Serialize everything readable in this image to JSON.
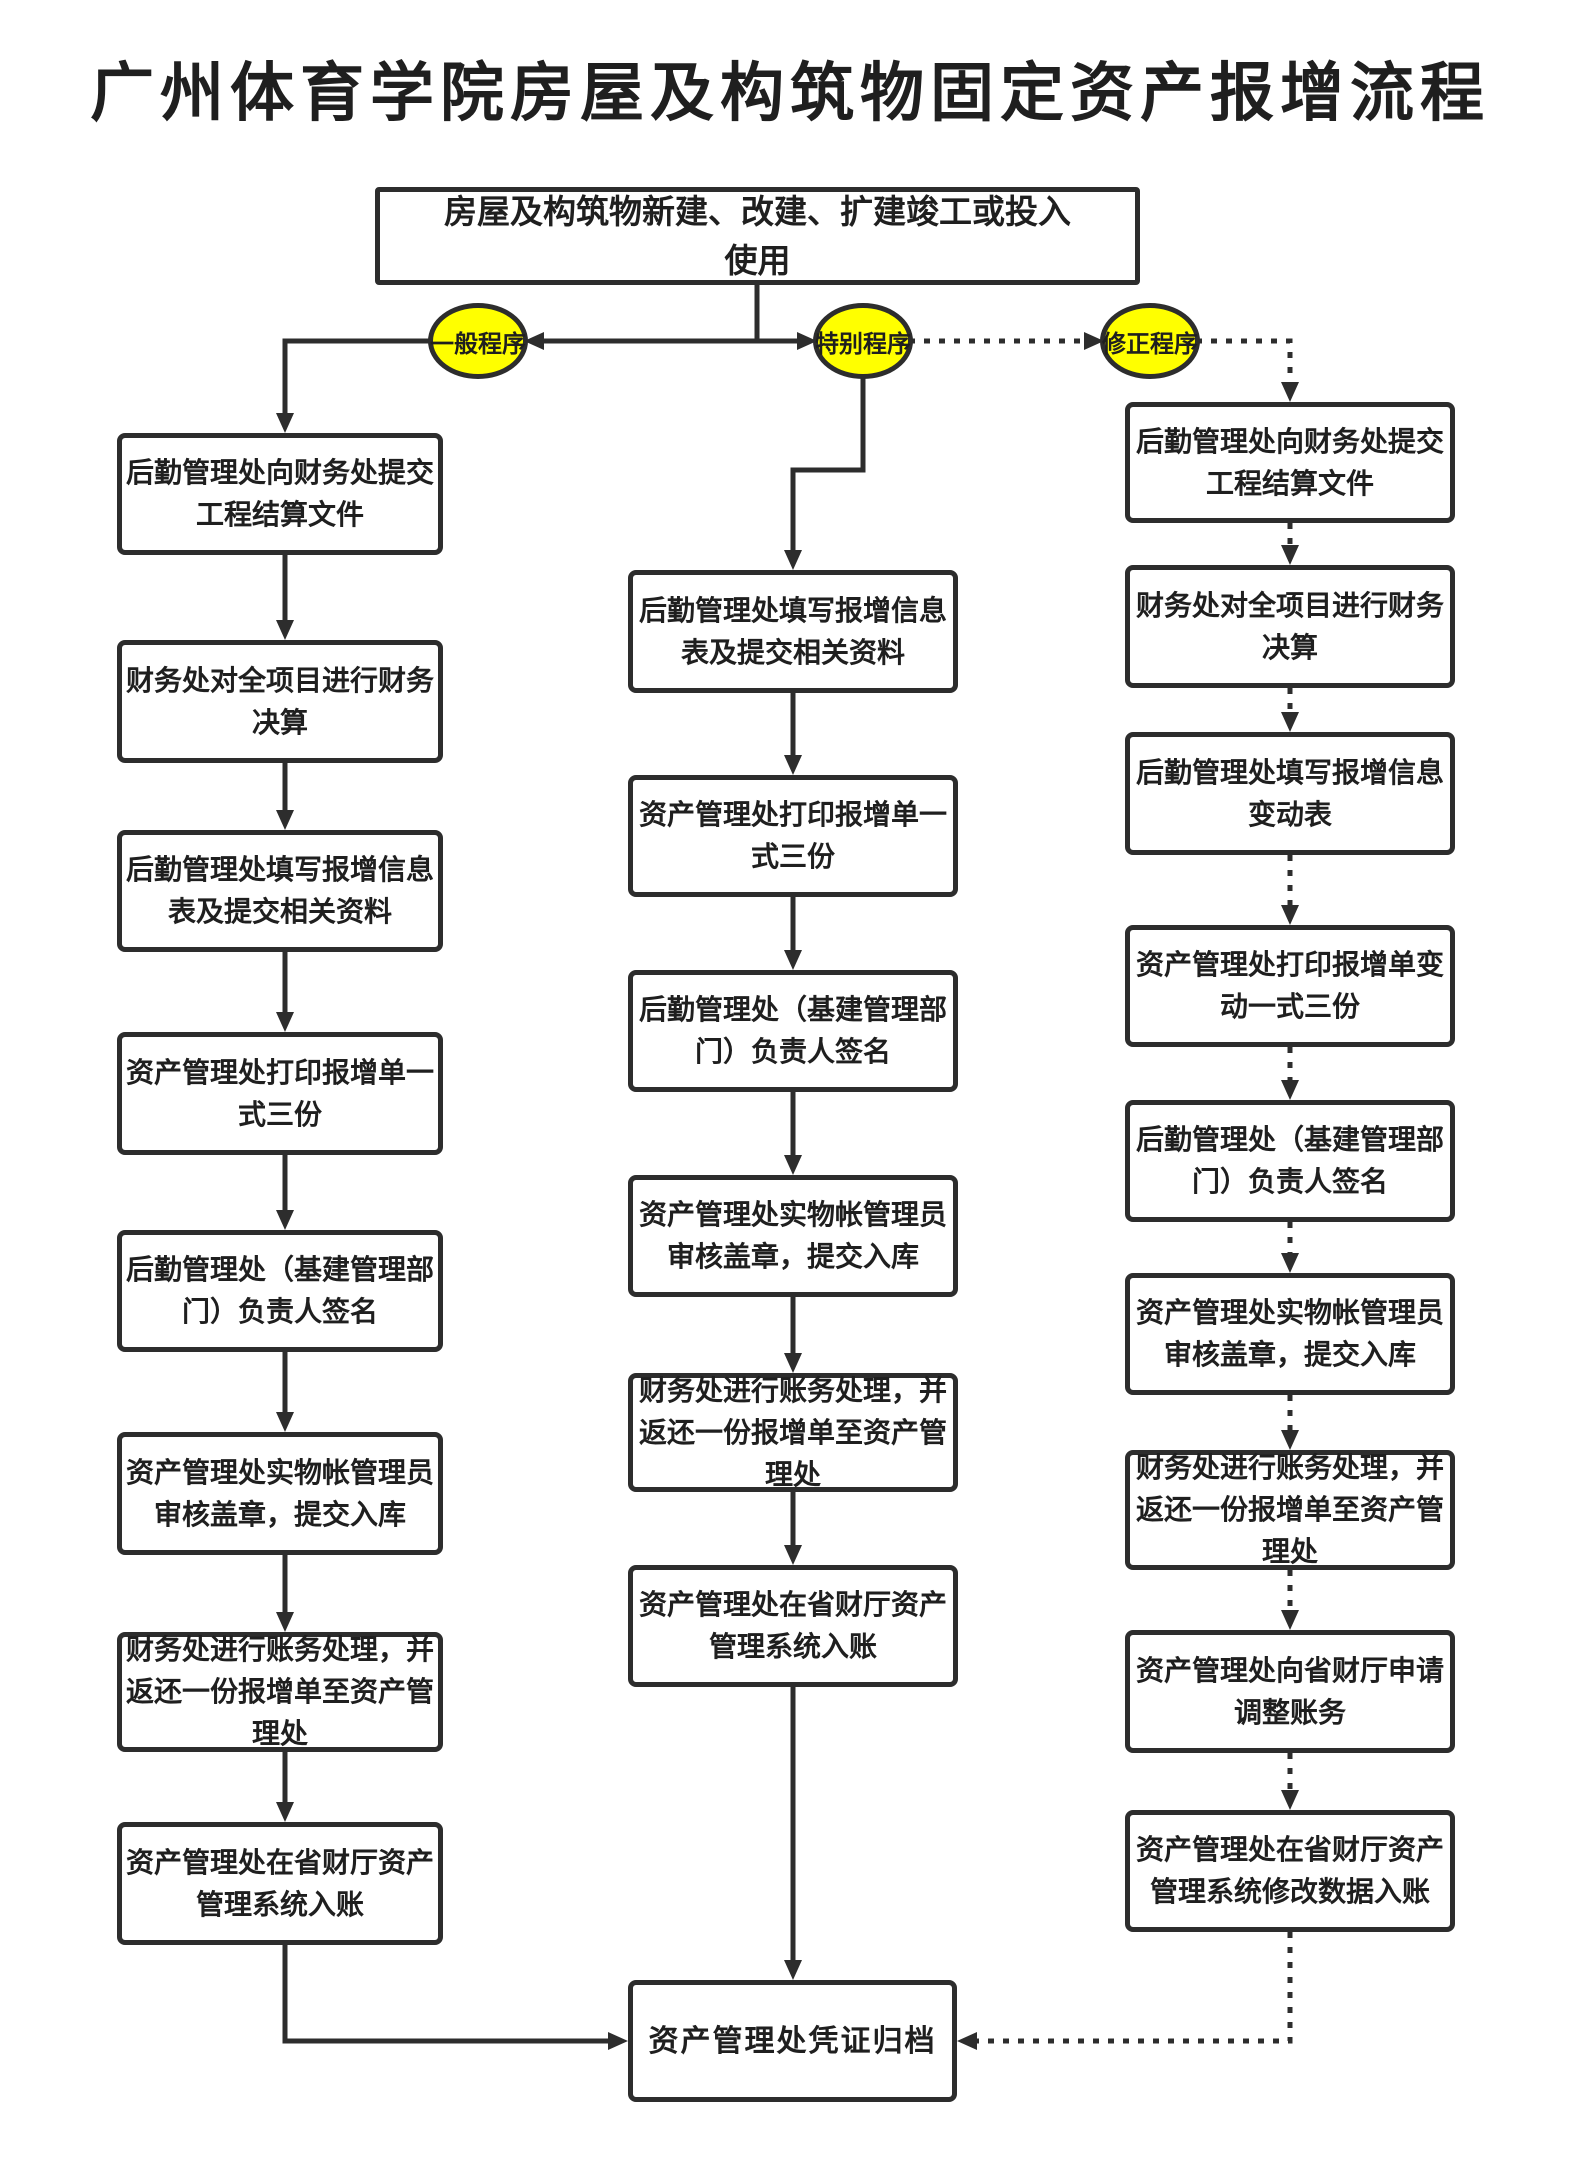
{
  "title": "广州体育学院房屋及构筑物固定资产报增流程",
  "start": {
    "label": "房屋及构筑物新建、改建、扩建竣工或投入使用"
  },
  "branches": [
    {
      "label": "一般程序",
      "line_style": "solid"
    },
    {
      "label": "特别程序",
      "line_style": "solid"
    },
    {
      "label": "修正程序",
      "line_style": "dotted"
    }
  ],
  "columns": {
    "general": {
      "branch": "一般程序",
      "steps": [
        "后勤管理处向财务处提交工程结算文件",
        "财务处对全项目进行财务决算",
        "后勤管理处填写报增信息表及提交相关资料",
        "资产管理处打印报增单一式三份",
        "后勤管理处（基建管理部门）负责人签名",
        "资产管理处实物帐管理员审核盖章，提交入库",
        "财务处进行账务处理，并返还一份报增单至资产管理处",
        "资产管理处在省财厅资产管理系统入账"
      ]
    },
    "special": {
      "branch": "特别程序",
      "steps": [
        "后勤管理处填写报增信息表及提交相关资料",
        "资产管理处打印报增单一式三份",
        "后勤管理处（基建管理部门）负责人签名",
        "资产管理处实物帐管理员审核盖章，提交入库",
        "财务处进行账务处理，并返还一份报增单至资产管理处",
        "资产管理处在省财厅资产管理系统入账"
      ]
    },
    "revision": {
      "branch": "修正程序",
      "steps": [
        "后勤管理处向财务处提交工程结算文件",
        "财务处对全项目进行财务决算",
        "后勤管理处填写报增信息变动表",
        "资产管理处打印报增单变动一式三份",
        "后勤管理处（基建管理部门）负责人签名",
        "资产管理处实物帐管理员审核盖章，提交入库",
        "财务处进行账务处理，并返还一份报增单至资产管理处",
        "资产管理处向省财厅申请调整账务",
        "资产管理处在省财厅资产管理系统修改数据入账"
      ]
    }
  },
  "end": {
    "label": "资产管理处凭证归档"
  },
  "colors": {
    "branch_fill": "#FFFF00",
    "line": "#2D2D2D",
    "box_border": "#2D2D2D",
    "text": "#1F1F1F",
    "background": "#FFFFFF"
  }
}
